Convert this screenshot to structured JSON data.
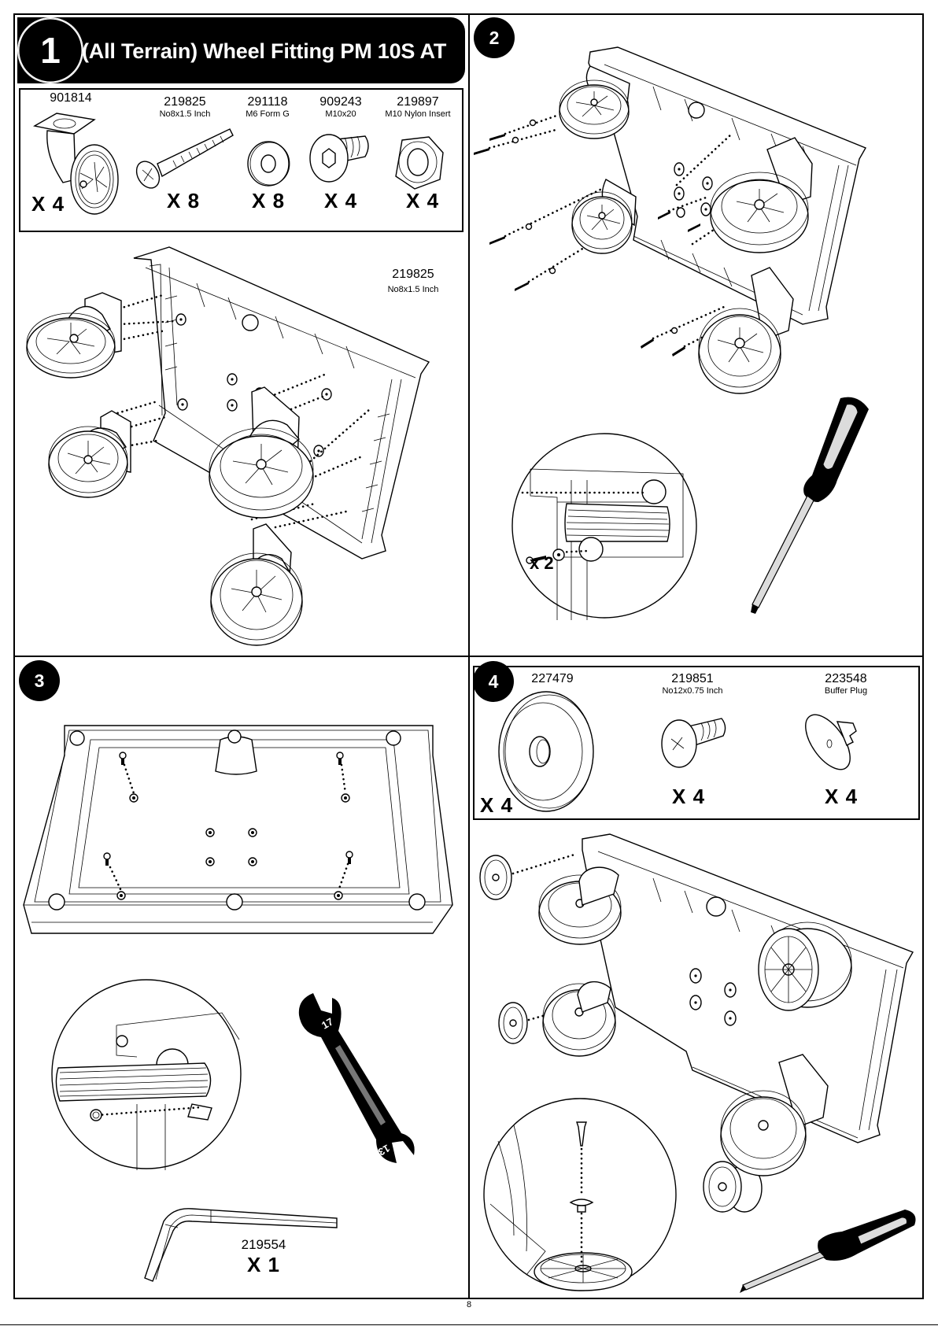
{
  "page": {
    "number": "8"
  },
  "step1": {
    "badge": "1",
    "title": "(All Terrain) Wheel Fitting PM 10S AT",
    "parts": [
      {
        "code": "901814",
        "desc": "",
        "qty": "X 4",
        "icon": "swivel-castor-wheel"
      },
      {
        "code": "219825",
        "desc": "No8x1.5 Inch",
        "qty": "X 8",
        "icon": "phillips-screw"
      },
      {
        "code": "291118",
        "desc": "M6 Form G",
        "qty": "X 8",
        "icon": "flat-washer"
      },
      {
        "code": "909243",
        "desc": "M10x20",
        "qty": "X 4",
        "icon": "hex-socket-bolt"
      },
      {
        "code": "219897",
        "desc": "M10 Nylon Insert",
        "qty": "X 4",
        "icon": "nylon-lock-nut"
      }
    ],
    "callout": {
      "code": "219825",
      "desc": "No8x1.5 Inch"
    }
  },
  "step2": {
    "badge": "2",
    "detail_qty": "x 2",
    "tool": "screwdriver-icon"
  },
  "step3": {
    "badge": "3",
    "tools": [
      {
        "icon": "spanner",
        "sizes": [
          "17",
          "13"
        ]
      },
      {
        "icon": "allen-key",
        "code": "219554",
        "qty": "X 1"
      }
    ]
  },
  "step4": {
    "badge": "4",
    "parts": [
      {
        "code": "227479",
        "desc": "",
        "qty": "X 4",
        "icon": "hub-cap-disc"
      },
      {
        "code": "219851",
        "desc": "No12x0.75 Inch",
        "qty": "X 4",
        "icon": "pan-head-screw"
      },
      {
        "code": "223548",
        "desc": "Buffer Plug",
        "qty": "X 4",
        "icon": "buffer-plug"
      }
    ],
    "tool": "screwdriver-icon"
  }
}
